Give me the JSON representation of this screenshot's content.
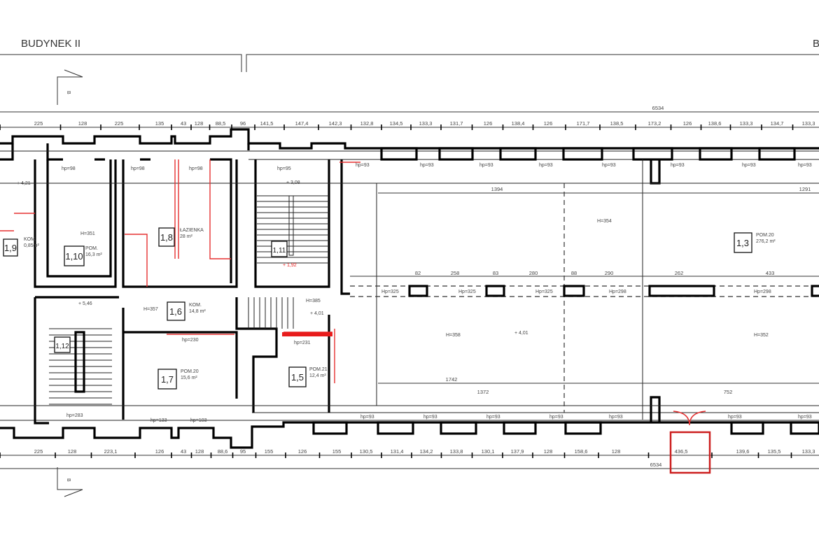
{
  "header": {
    "building_left": "BUDYNEK II",
    "building_right": "B",
    "section_mark": "B"
  },
  "overall": {
    "top": "6534",
    "bottom": "6534"
  },
  "top_dims": [
    "225",
    "128",
    "225",
    "135",
    "43",
    "128",
    "88,5",
    "96",
    "141,5",
    "147,4",
    "142,3",
    "132,8",
    "134,5",
    "133,3",
    "131,7",
    "126",
    "138,4",
    "126",
    "171,7",
    "138,5",
    "173,2",
    "126",
    "138,6",
    "133,3",
    "134,7",
    "133,3"
  ],
  "bottom_dims": [
    "225",
    "128",
    "223,1",
    "126",
    "43",
    "128",
    "88,6",
    "95",
    "155",
    "126",
    "155",
    "130,5",
    "131,4",
    "134,2",
    "133,8",
    "130,1",
    "137,9",
    "128",
    "158,6",
    "128",
    "436,5",
    "139,6",
    "135,5",
    "133,3"
  ],
  "rooms": [
    {
      "id": "1,9",
      "name": "KOM.",
      "area": "0,85m²"
    },
    {
      "id": "1,10",
      "name": "POM.",
      "area": "16,3 m²"
    },
    {
      "id": "1,8",
      "name": "ŁAZIENKA",
      "area": "28 m²"
    },
    {
      "id": "1,6",
      "name": "KOM.",
      "area": "14,8 m²"
    },
    {
      "id": "1,7",
      "name": "POM.20",
      "area": "15,6 m²"
    },
    {
      "id": "1,5",
      "name": "POM.21",
      "area": "12,4 m²"
    },
    {
      "id": "1,3",
      "name": "POM.20",
      "area": "276,2 m²"
    },
    {
      "id": "1,11",
      "name": "",
      "area": ""
    },
    {
      "id": "1,12",
      "name": "",
      "area": ""
    }
  ],
  "heights": [
    "H=351",
    "H=357",
    "H=385",
    "H=358",
    "H=354",
    "H=352"
  ],
  "beam_heights": [
    "Hp=325",
    "Hp=325",
    "Hp=325",
    "Hp=298",
    "Hp=298"
  ],
  "lintels": [
    "hp=98",
    "hp=98",
    "hp=98",
    "hp=95",
    "hp=93",
    "hp=93",
    "hp=93",
    "hp=93",
    "hp=93",
    "hp=93",
    "hp=93",
    "hp=93",
    "hp=230",
    "hp=231",
    "hp=283",
    "hp=133",
    "hp=103",
    "hp=93",
    "hp=93",
    "hp=93",
    "hp=93",
    "hp=93",
    "hp=93",
    "hp=93"
  ],
  "levels": {
    "stair_top": "+ 3,08",
    "stair_red": "+ 1,92",
    "hall": "+ 4,01",
    "corr": "+ 4,01",
    "room15": "+ 4,21",
    "left": "+ 5,46"
  },
  "inner_dims": {
    "hall_span_left": "1394",
    "hall_span_right": "1291",
    "hall_bottom_1": "1742",
    "hall_bottom_2": "1372",
    "hall_bottom_3": "752",
    "beam_spans": [
      "82",
      "258",
      "83",
      "280",
      "88",
      "290",
      "262",
      "433"
    ]
  },
  "colors": {
    "wall": "#000000",
    "demolition": "#e81c1c",
    "highlight": "#cc1f1f"
  }
}
